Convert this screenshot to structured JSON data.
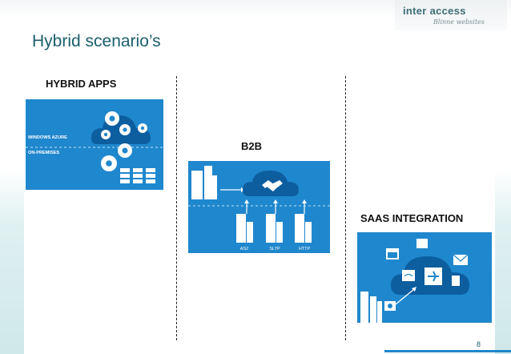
{
  "slide": {
    "title": "Hybrid scenario’s",
    "page_number": "8"
  },
  "logo": {
    "name": "inter access",
    "tagline": "Blinne websites"
  },
  "sections": {
    "hybrid_apps": {
      "label": "HYBRID APPS",
      "layer_top": "WINDOWS AZURE",
      "layer_bottom": "ON-PREMISES"
    },
    "b2b": {
      "label": "B2B",
      "protocols": [
        "AS2",
        "SLTP",
        "HTTP"
      ]
    },
    "saas": {
      "label": "SAAS INTEGRATION"
    }
  },
  "colors": {
    "accent": "#1f87cd",
    "title": "#1a5f6e"
  }
}
